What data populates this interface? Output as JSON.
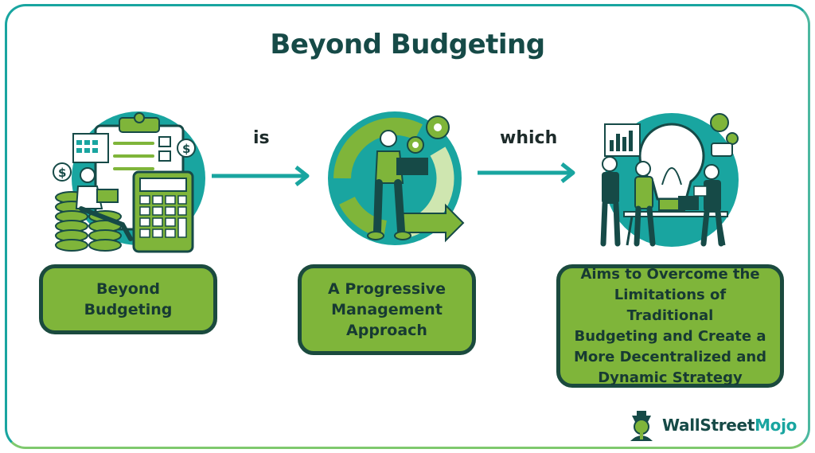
{
  "title": "Beyond Budgeting",
  "connectors": [
    "is",
    "which"
  ],
  "boxes": [
    {
      "lines": [
        "Beyond",
        "Budgeting"
      ]
    },
    {
      "lines": [
        "A Progressive",
        "Management",
        "Approach"
      ]
    },
    {
      "lines": [
        "Aims to Overcome the",
        "Limitations of Traditional",
        "Budgeting and Create a",
        "More Decentralized and",
        "Dynamic Strategy"
      ]
    }
  ],
  "brand": {
    "part1": "Wall",
    "part2": "Street",
    "part3": "Mojo"
  },
  "icons": [
    "budget-accounting-illustration",
    "progressive-cycle-illustration",
    "team-idea-illustration",
    "right-arrow-icon",
    "wallstreetmojo-logo-icon"
  ],
  "colors": {
    "title": "#164a47",
    "teal": "#19a5a0",
    "box_fill": "#7fb53a",
    "box_border": "#1b4a3e"
  }
}
